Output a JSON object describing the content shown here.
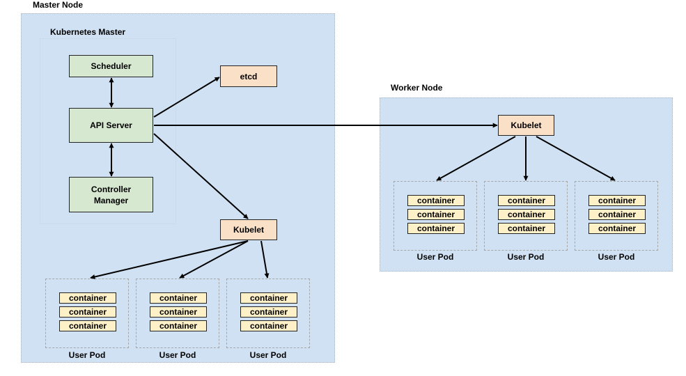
{
  "master": {
    "title": "Master Node",
    "inner_title": "Kubernetes Master",
    "scheduler": "Scheduler",
    "api_server": "API Server",
    "controller_manager": "Controller\nManager",
    "etcd": "etcd",
    "kubelet": "Kubelet",
    "pods": [
      {
        "label": "User Pod",
        "containers": [
          "container",
          "container",
          "container"
        ]
      },
      {
        "label": "User Pod",
        "containers": [
          "container",
          "container",
          "container"
        ]
      },
      {
        "label": "User Pod",
        "containers": [
          "container",
          "container",
          "container"
        ]
      }
    ]
  },
  "worker": {
    "title": "Worker Node",
    "kubelet": "Kubelet",
    "pods": [
      {
        "label": "User Pod",
        "containers": [
          "container",
          "container",
          "container"
        ]
      },
      {
        "label": "User Pod",
        "containers": [
          "container",
          "container",
          "container"
        ]
      },
      {
        "label": "User Pod",
        "containers": [
          "container",
          "container",
          "container"
        ]
      }
    ]
  }
}
